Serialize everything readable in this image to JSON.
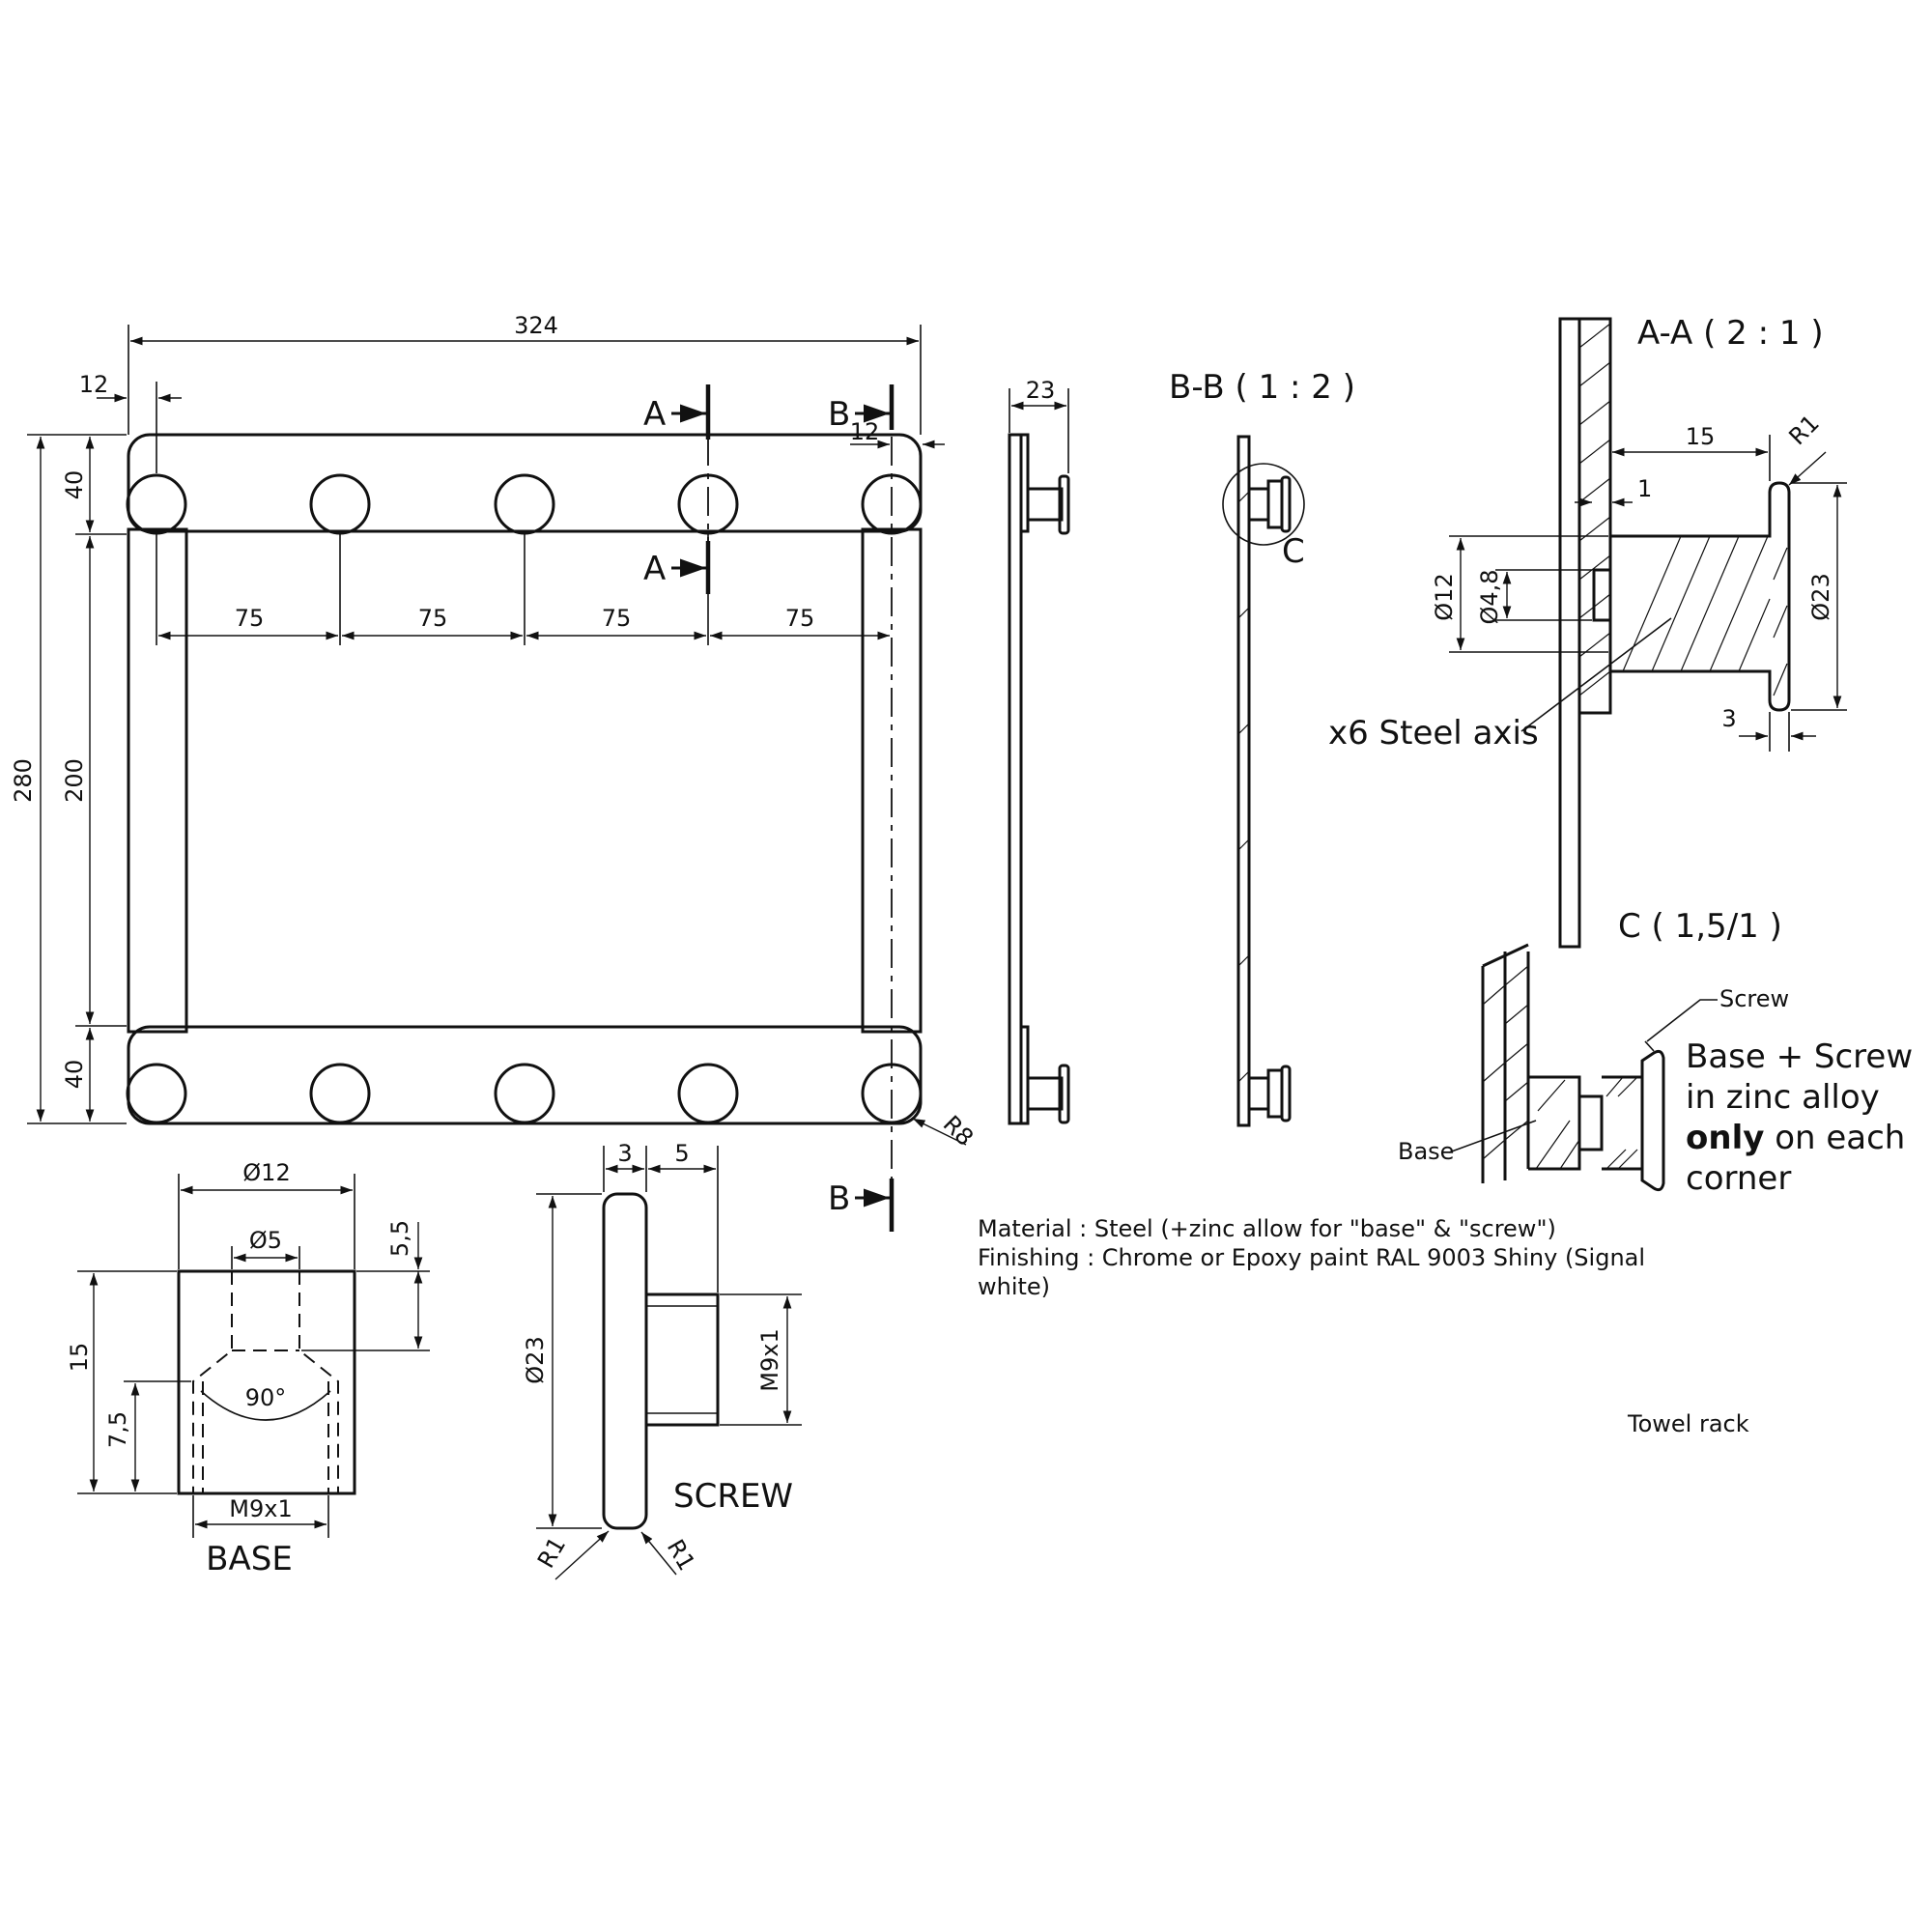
{
  "front_view": {
    "overall_width": "324",
    "overall_height": "280",
    "left_offset": "12",
    "right_offset": "12",
    "top_band": "40",
    "middle": "200",
    "bottom_band": "40",
    "spacings": [
      "75",
      "75",
      "75",
      "75"
    ],
    "corner_radius": "R8",
    "section_a": "A",
    "section_b": "B"
  },
  "side_view": {
    "thickness": "23"
  },
  "section_bb": {
    "title": "B-B ( 1 : 2 )",
    "detail_marker": "C"
  },
  "section_aa": {
    "title": "A-A ( 2 : 1 )",
    "length": "15",
    "radius": "R1",
    "step": "1",
    "diam_outer": "Ø12",
    "diam_inner": "Ø4,8",
    "diam_head": "Ø23",
    "head_thickness": "3",
    "callout": "x6 Steel axis"
  },
  "detail_c": {
    "title": "C ( 1,5/1 )",
    "screw_label": "Screw",
    "base_label": "Base",
    "note_line1": "Base + Screw",
    "note_line2": "in zinc alloy",
    "note_bold": "only",
    "note_line3_rest": " on each",
    "note_line4": "corner"
  },
  "base_part": {
    "title": "BASE",
    "diam_outer": "Ø12",
    "diam_hole": "Ø5",
    "height": "15",
    "hole_depth": "5,5",
    "thread_depth": "7,5",
    "angle": "90°",
    "thread": "M9x1"
  },
  "screw_part": {
    "title": "SCREW",
    "head_thickness": "3",
    "shank_length": "5",
    "head_diam": "Ø23",
    "thread": "M9x1",
    "radius_left": "R1",
    "radius_right": "R1"
  },
  "notes": {
    "material": "Material : Steel (+zinc allow for \"base\" & \"screw\")",
    "finishing_1": "Finishing : Chrome or Epoxy paint RAL 9003 Shiny (Signal",
    "finishing_2": "white)"
  },
  "title_block": {
    "name": "Towel rack"
  }
}
